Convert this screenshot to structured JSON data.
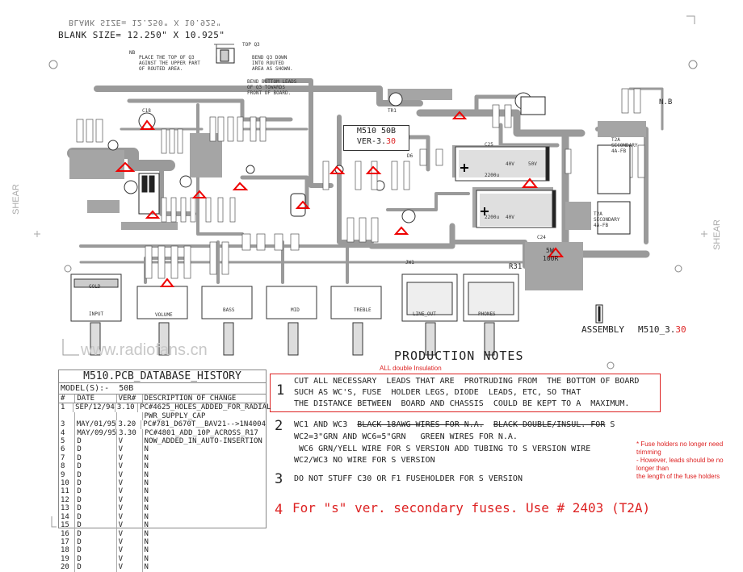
{
  "header": {
    "blank_size_mirror": "BLANK SIZE= 12.250\" X 10.925\"",
    "blank_size": "BLANK SIZE= 12.250\" X 10.925\""
  },
  "pcb": {
    "top_q3": "TOP Q3",
    "note_place": [
      "PLACE THE TOP OF Q3",
      "AGINST THE UPPER PART",
      "OF ROUTED AREA."
    ],
    "note_bend": [
      "BEND Q3 DOWN",
      "INTO ROUTED",
      "AREA AS SHOWN."
    ],
    "note_bend2": [
      "BEND BOTTOM LEADS",
      "OF Q3 TOWARDS",
      "FRONT OF BOARD."
    ],
    "nb_left": "NB",
    "nb_right": "N.B",
    "model_box": "M510  50B",
    "ver_box_prefix": "VER-3.",
    "ver_box_suffix": "30",
    "assembly": "ASSEMBLY",
    "assembly_ver_prefix": "M510_3.",
    "assembly_ver_suffix": "30",
    "shear_left": "SHEAR",
    "shear_right": "SHEAR",
    "watermark": "www.radiofans.cn",
    "labels": {
      "input": "INPUT",
      "volume": "VOLUME",
      "bass": "BASS",
      "mid": "MID",
      "treble": "TREBLE",
      "line_out": "LINE_OUT",
      "phones": "PHONES",
      "r31": "R31",
      "fivew": "5W",
      "hundred_r": "100R",
      "cap_2200": "2200u",
      "cap_40v": "40V",
      "cap_50v": "50V",
      "t2a": "T2A",
      "secondary": "SECONDARY",
      "fuse_rating": "4A-FB",
      "gold": "GOLD",
      "c25": "C25",
      "c24": "C24",
      "c18": "C18",
      "d6": "D6",
      "jw1": "JW1",
      "tr": "TR1"
    }
  },
  "notes": {
    "title": "PRODUCTION NOTES",
    "all_double": "ALL double Insulation",
    "n1_num": "1",
    "n1_text": "CUT ALL NECESSARY  LEADS THAT ARE  PROTRUDING FROM  THE BOTTOM OF BOARD\nSUCH AS WC'S, FUSE  HOLDER LEGS, DIODE  LEADS, ETC, SO THAT\nTHE DISTANCE BETWEEN  BOARD AND CHASSIS  COULD BE KEPT TO A  MAXIMUM.",
    "n2_num": "2",
    "n2_a": "WC1 AND WC3  ",
    "n2_strike1": "BLACK 18AWG WIRES FOR N.A.",
    "n2_b": "  ",
    "n2_strike2": "BLACK DOUBLE/INSUL. FOR",
    "n2_c": " S",
    "n2_line2": "WC2=3\"GRN AND WC6=5\"GRN   GREEN WIRES FOR N.A.",
    "n2_line3": " WC6 GRN/YELL WIRE FOR S VERSION ADD TUBING TO S VERSION WIRE",
    "n2_line4": "WC2/WC3 NO WIRE FOR S VERSION",
    "n3_num": "3",
    "n3_text": "DO NOT STUFF C30 OR F1 FUSEHOLDER FOR S VERSION",
    "n4_num": "4",
    "n4_text": "For \"s\" ver. secondary fuses. Use # 2403 (T2A)",
    "side_note": [
      "* Fuse holders no longer need trimming",
      "- However, leads should be no longer than",
      "the length of the fuse holders"
    ]
  },
  "history": {
    "title": "M510.PCB_DATABASE_HISTORY",
    "model_label": "MODEL(S):-",
    "model_value": "50B",
    "columns": [
      "#",
      "DATE",
      "VER#",
      "DESCRIPTION OF CHANGE"
    ],
    "rows": [
      [
        "1",
        "SEP/12/94",
        "3.10",
        "PC#4625_HOLES_ADDED_FOR_RADIAL"
      ],
      [
        "",
        "",
        "",
        "PWR_SUPPLY_CAP"
      ],
      [
        "3",
        "MAY/01/95",
        "3.20",
        "PC#781_D670T__BAV21-->1N4004"
      ],
      [
        "4",
        "MAY/09/95",
        "3.30",
        "PC#4801_ADD_10P_ACROSS_R17"
      ],
      [
        "5",
        "D",
        "V",
        "NOW_ADDED_IN_AUTO-INSERTION"
      ],
      [
        "6",
        "D",
        "V",
        "N"
      ],
      [
        "7",
        "D",
        "V",
        "N"
      ],
      [
        "8",
        "D",
        "V",
        "N"
      ],
      [
        "9",
        "D",
        "V",
        "N"
      ],
      [
        "10",
        "D",
        "V",
        "N"
      ],
      [
        "11",
        "D",
        "V",
        "N"
      ],
      [
        "12",
        "D",
        "V",
        "N"
      ],
      [
        "13",
        "D",
        "V",
        "N"
      ],
      [
        "14",
        "D",
        "V",
        "N"
      ],
      [
        "15",
        "D",
        "V",
        "N"
      ],
      [
        "16",
        "D",
        "V",
        "N"
      ],
      [
        "17",
        "D",
        "V",
        "N"
      ],
      [
        "18",
        "D",
        "V",
        "N"
      ],
      [
        "19",
        "D",
        "V",
        "N"
      ],
      [
        "20",
        "D",
        "V",
        "N"
      ]
    ]
  }
}
